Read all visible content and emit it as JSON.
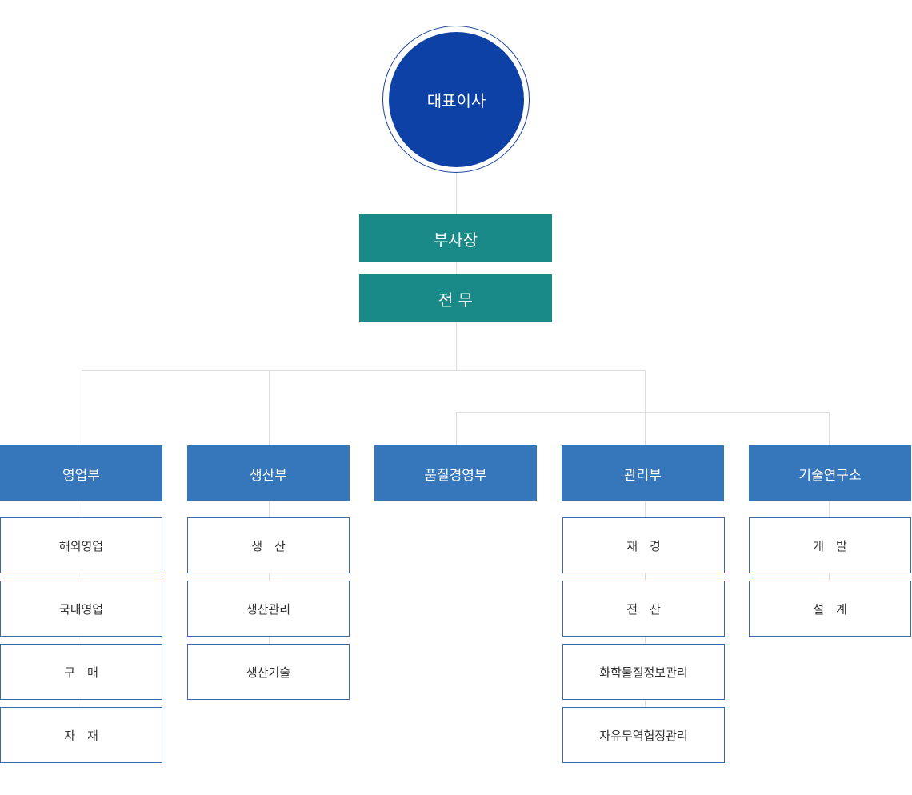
{
  "ceo": {
    "label": "대표이사"
  },
  "executives": [
    {
      "label": "부사장"
    },
    {
      "label": "전 무"
    }
  ],
  "departments": [
    {
      "label": "영업부",
      "teams": [
        "해외영업",
        "국내영업",
        "구　매",
        "자　재"
      ]
    },
    {
      "label": "생산부",
      "teams": [
        "생　산",
        "생산관리",
        "생산기술"
      ]
    },
    {
      "label": "품질경영부",
      "teams": []
    },
    {
      "label": "관리부",
      "teams": [
        "재　경",
        "전　산",
        "화학물질정보관리",
        "자유무역협정관리"
      ]
    },
    {
      "label": "기술연구소",
      "teams": [
        "개　발",
        "설　계"
      ]
    }
  ],
  "colors": {
    "ceo": "#0e41a6",
    "executive": "#1a8a89",
    "department": "#3676bb",
    "team_border": "#3a69a8",
    "connector": "#dddddd"
  }
}
